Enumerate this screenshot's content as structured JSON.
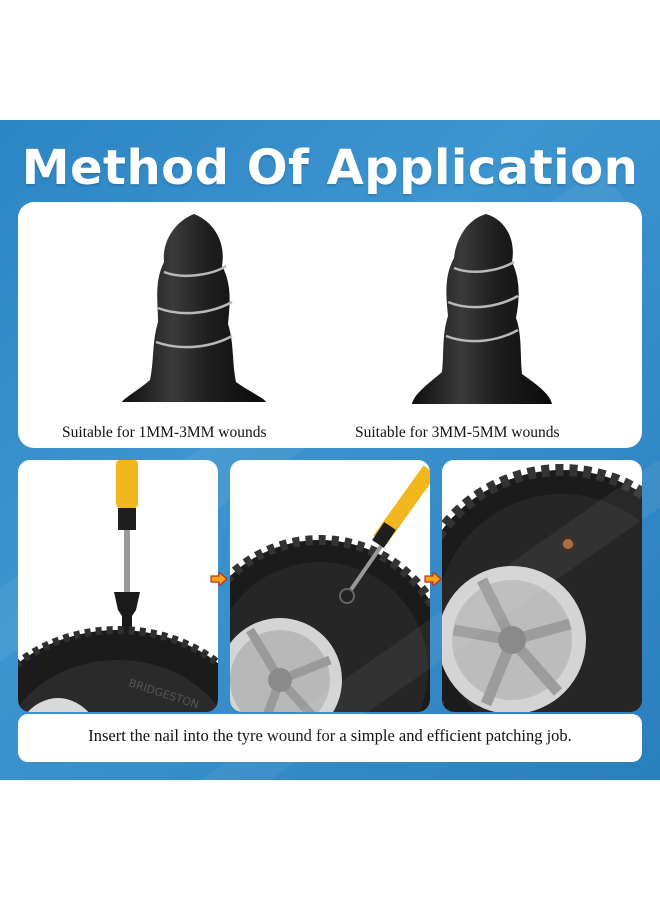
{
  "title": "Method Of Application",
  "plugs": [
    {
      "caption": "Suitable for 1MM-3MM wounds",
      "image": "small-rubber-plug-nail"
    },
    {
      "caption": "Suitable for 3MM-5MM wounds",
      "image": "large-rubber-plug-nail"
    }
  ],
  "steps": [
    {
      "image": "screwdriver-inserting-plug-above-tyre"
    },
    {
      "image": "screwdriver-pushing-plug-into-tyre"
    },
    {
      "image": "tyre-with-plug-installed"
    }
  ],
  "instruction": "Insert the nail into the tyre wound for a simple and efficient patching job.",
  "colors": {
    "banner": "#2c86c4",
    "arrow": "#f2a51c",
    "rubber": "#1c1c1c",
    "handle": "#f2b61f"
  }
}
